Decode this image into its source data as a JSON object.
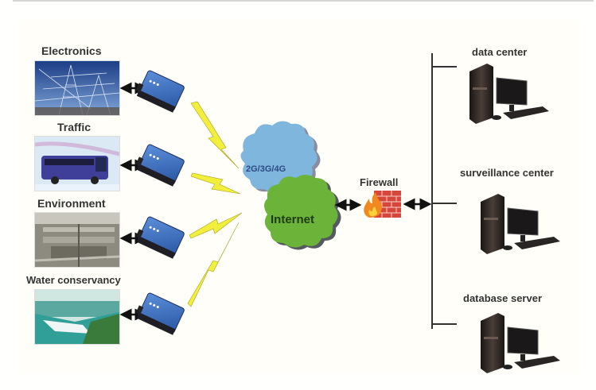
{
  "diagram": {
    "sources": [
      {
        "label": "Electronics",
        "image": "power-tower-photo"
      },
      {
        "label": "Traffic",
        "image": "bus-photo"
      },
      {
        "label": "Environment",
        "image": "water-treatment-photo"
      },
      {
        "label": "Water conservancy",
        "image": "dam-photo"
      }
    ],
    "network": {
      "cellular_label": "2G/3G/4G",
      "internet_label": "Internet",
      "firewall_label": "Firewall"
    },
    "servers": [
      {
        "label": "data center"
      },
      {
        "label": "surveillance center"
      },
      {
        "label": "database server"
      }
    ],
    "colors": {
      "cellular_cloud": "#7fb6de",
      "internet_cloud": "#6cb33a",
      "lightning": "#f2ee3c",
      "modem": "#3c6fc2",
      "firewall": "#d6463a"
    }
  }
}
